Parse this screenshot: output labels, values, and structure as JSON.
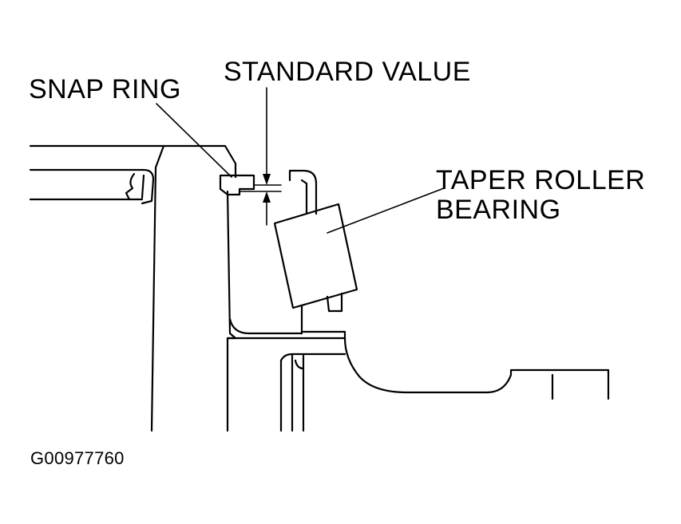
{
  "labels": {
    "snap_ring": "SNAP RING",
    "standard_value": "STANDARD VALUE",
    "taper_roller_line1": "TAPER ROLLER",
    "taper_roller_line2": "BEARING",
    "figure_code": "G00977760"
  }
}
